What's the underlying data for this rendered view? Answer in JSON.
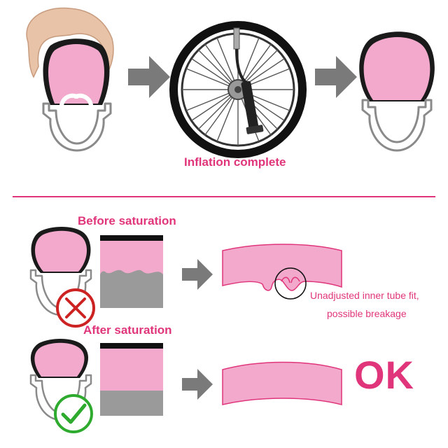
{
  "colors": {
    "accent": "#e0357a",
    "tube_pink": "#f2a9cc",
    "rim_gray": "#888888",
    "arrow_gray": "#7a7a7a",
    "cross_red": "#cc2222",
    "check_green": "#2eaa2e"
  },
  "top": {
    "step_caption": "Inflation complete"
  },
  "bottom": {
    "before_label": "Before saturation",
    "after_label": "After saturation",
    "warning_line1": "Unadjusted inner tube fit,",
    "warning_line2": "possible breakage",
    "ok_label": "OK"
  }
}
